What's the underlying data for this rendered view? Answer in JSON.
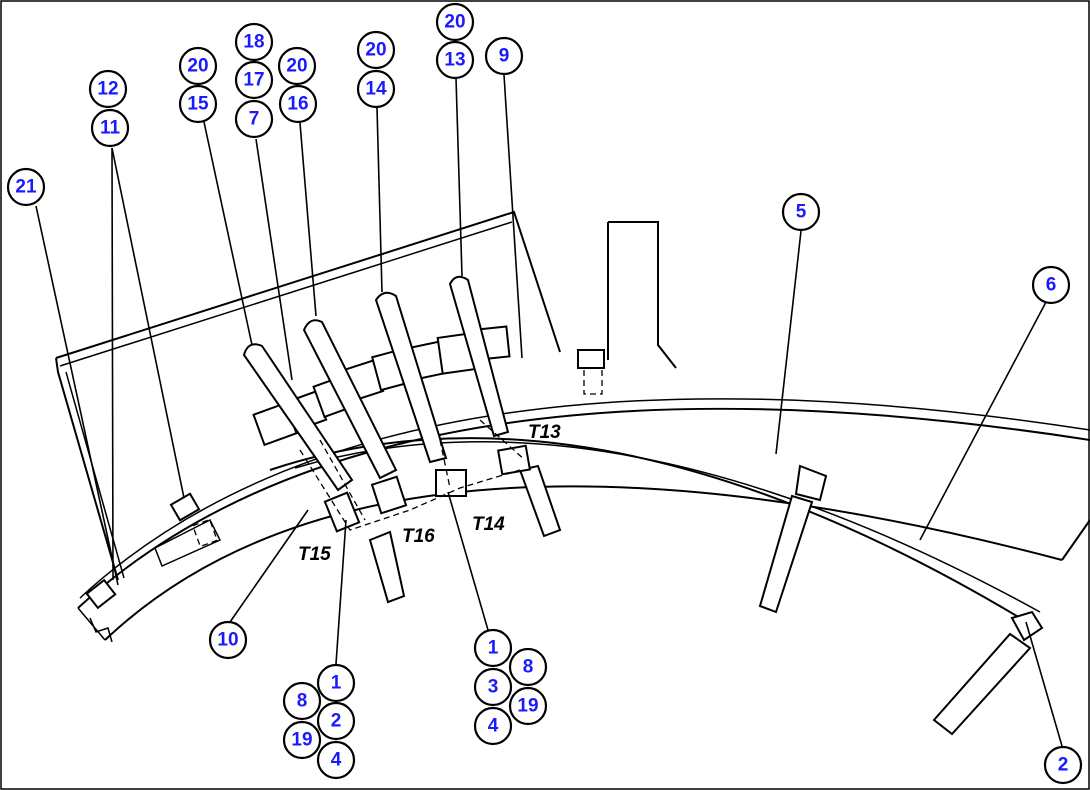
{
  "colors": {
    "callout_text": "#1a1aff",
    "line": "#000000",
    "background": "#ffffff"
  },
  "tube_labels": [
    "T13",
    "T14",
    "T15",
    "T16"
  ],
  "callouts": [
    "1",
    "2",
    "3",
    "4",
    "5",
    "6",
    "7",
    "8",
    "9",
    "10",
    "11",
    "12",
    "13",
    "14",
    "15",
    "16",
    "17",
    "18",
    "19",
    "20",
    "21"
  ]
}
